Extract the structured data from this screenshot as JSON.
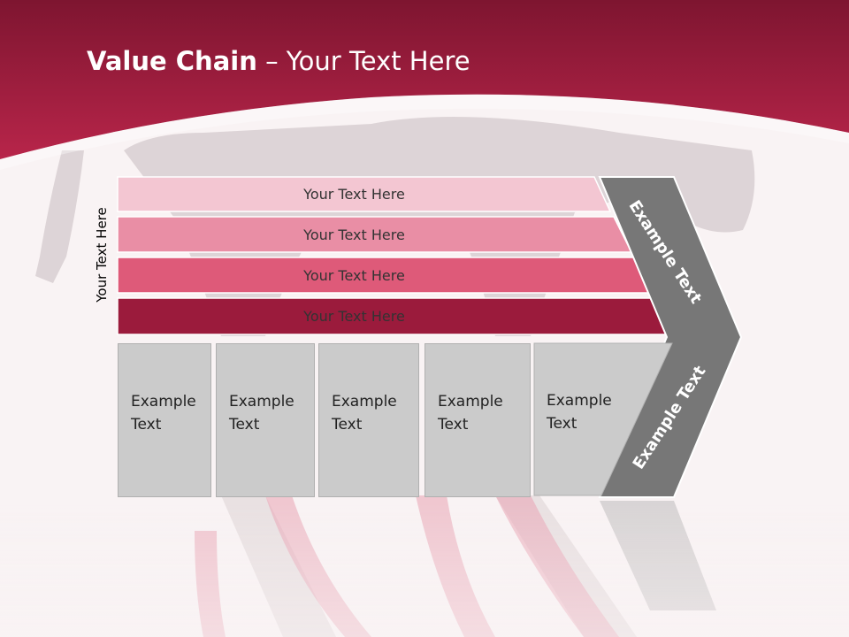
{
  "title": {
    "bold": "Value Chain",
    "rest": " – Your Text Here"
  },
  "side_label": "Your Text Here",
  "bands": [
    "Your Text Here",
    "Your Text Here",
    "Your Text Here",
    "Your Text Here"
  ],
  "columns": [
    "Example\nText",
    "Example\nText",
    "Example\nText",
    "Example\nText",
    "Example\nText"
  ],
  "arrow": {
    "upper": "Example Text",
    "lower": "Example Text"
  },
  "colors": {
    "header": "#9d1d3c",
    "band1": "#f3c6d2",
    "band2": "#e98ea5",
    "band3": "#de5a79",
    "band4": "#9b1b3c",
    "arrow": "#777777",
    "column": "#cbcbcb"
  }
}
